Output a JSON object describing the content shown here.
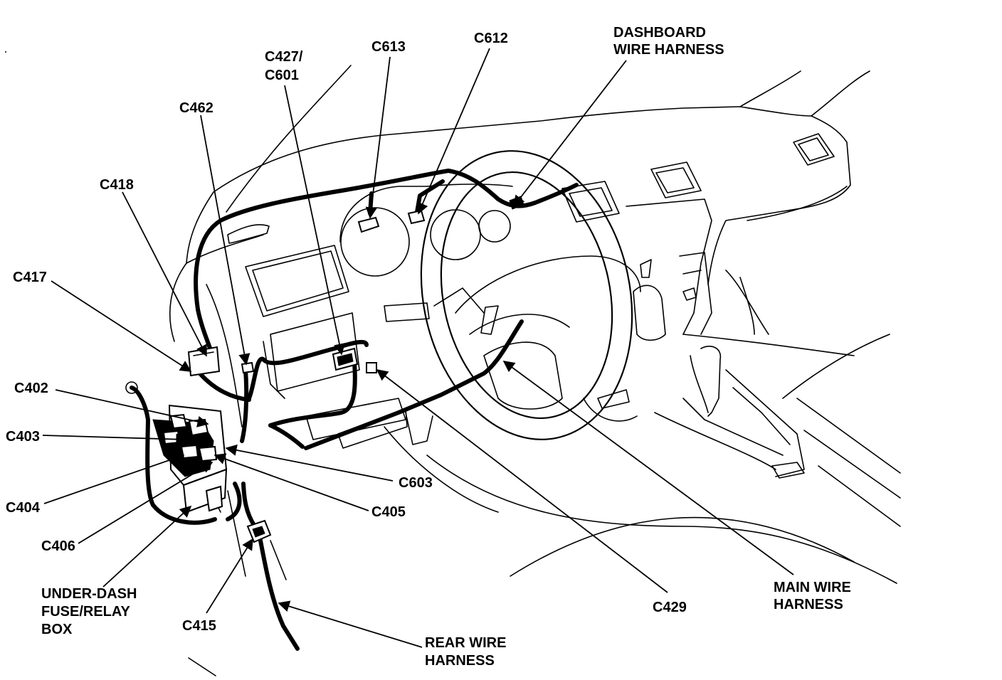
{
  "labels": {
    "dashboard_harness_1": "DASHBOARD",
    "dashboard_harness_2": "WIRE HARNESS",
    "c612": "C612",
    "c613": "C613",
    "c427_1": "C427/",
    "c427_2": "C601",
    "c462": "C462",
    "c418": "C418",
    "c417": "C417",
    "c402": "C402",
    "c403": "C403",
    "c404": "C404",
    "c406": "C406",
    "fuse_box_1": "UNDER-DASH",
    "fuse_box_2": "FUSE/RELAY",
    "fuse_box_3": "BOX",
    "c415": "C415",
    "c603": "C603",
    "c405": "C405",
    "rear_harness_1": "REAR WIRE",
    "rear_harness_2": "HARNESS",
    "c429": "C429",
    "main_harness_1": "MAIN WIRE",
    "main_harness_2": "HARNESS"
  }
}
